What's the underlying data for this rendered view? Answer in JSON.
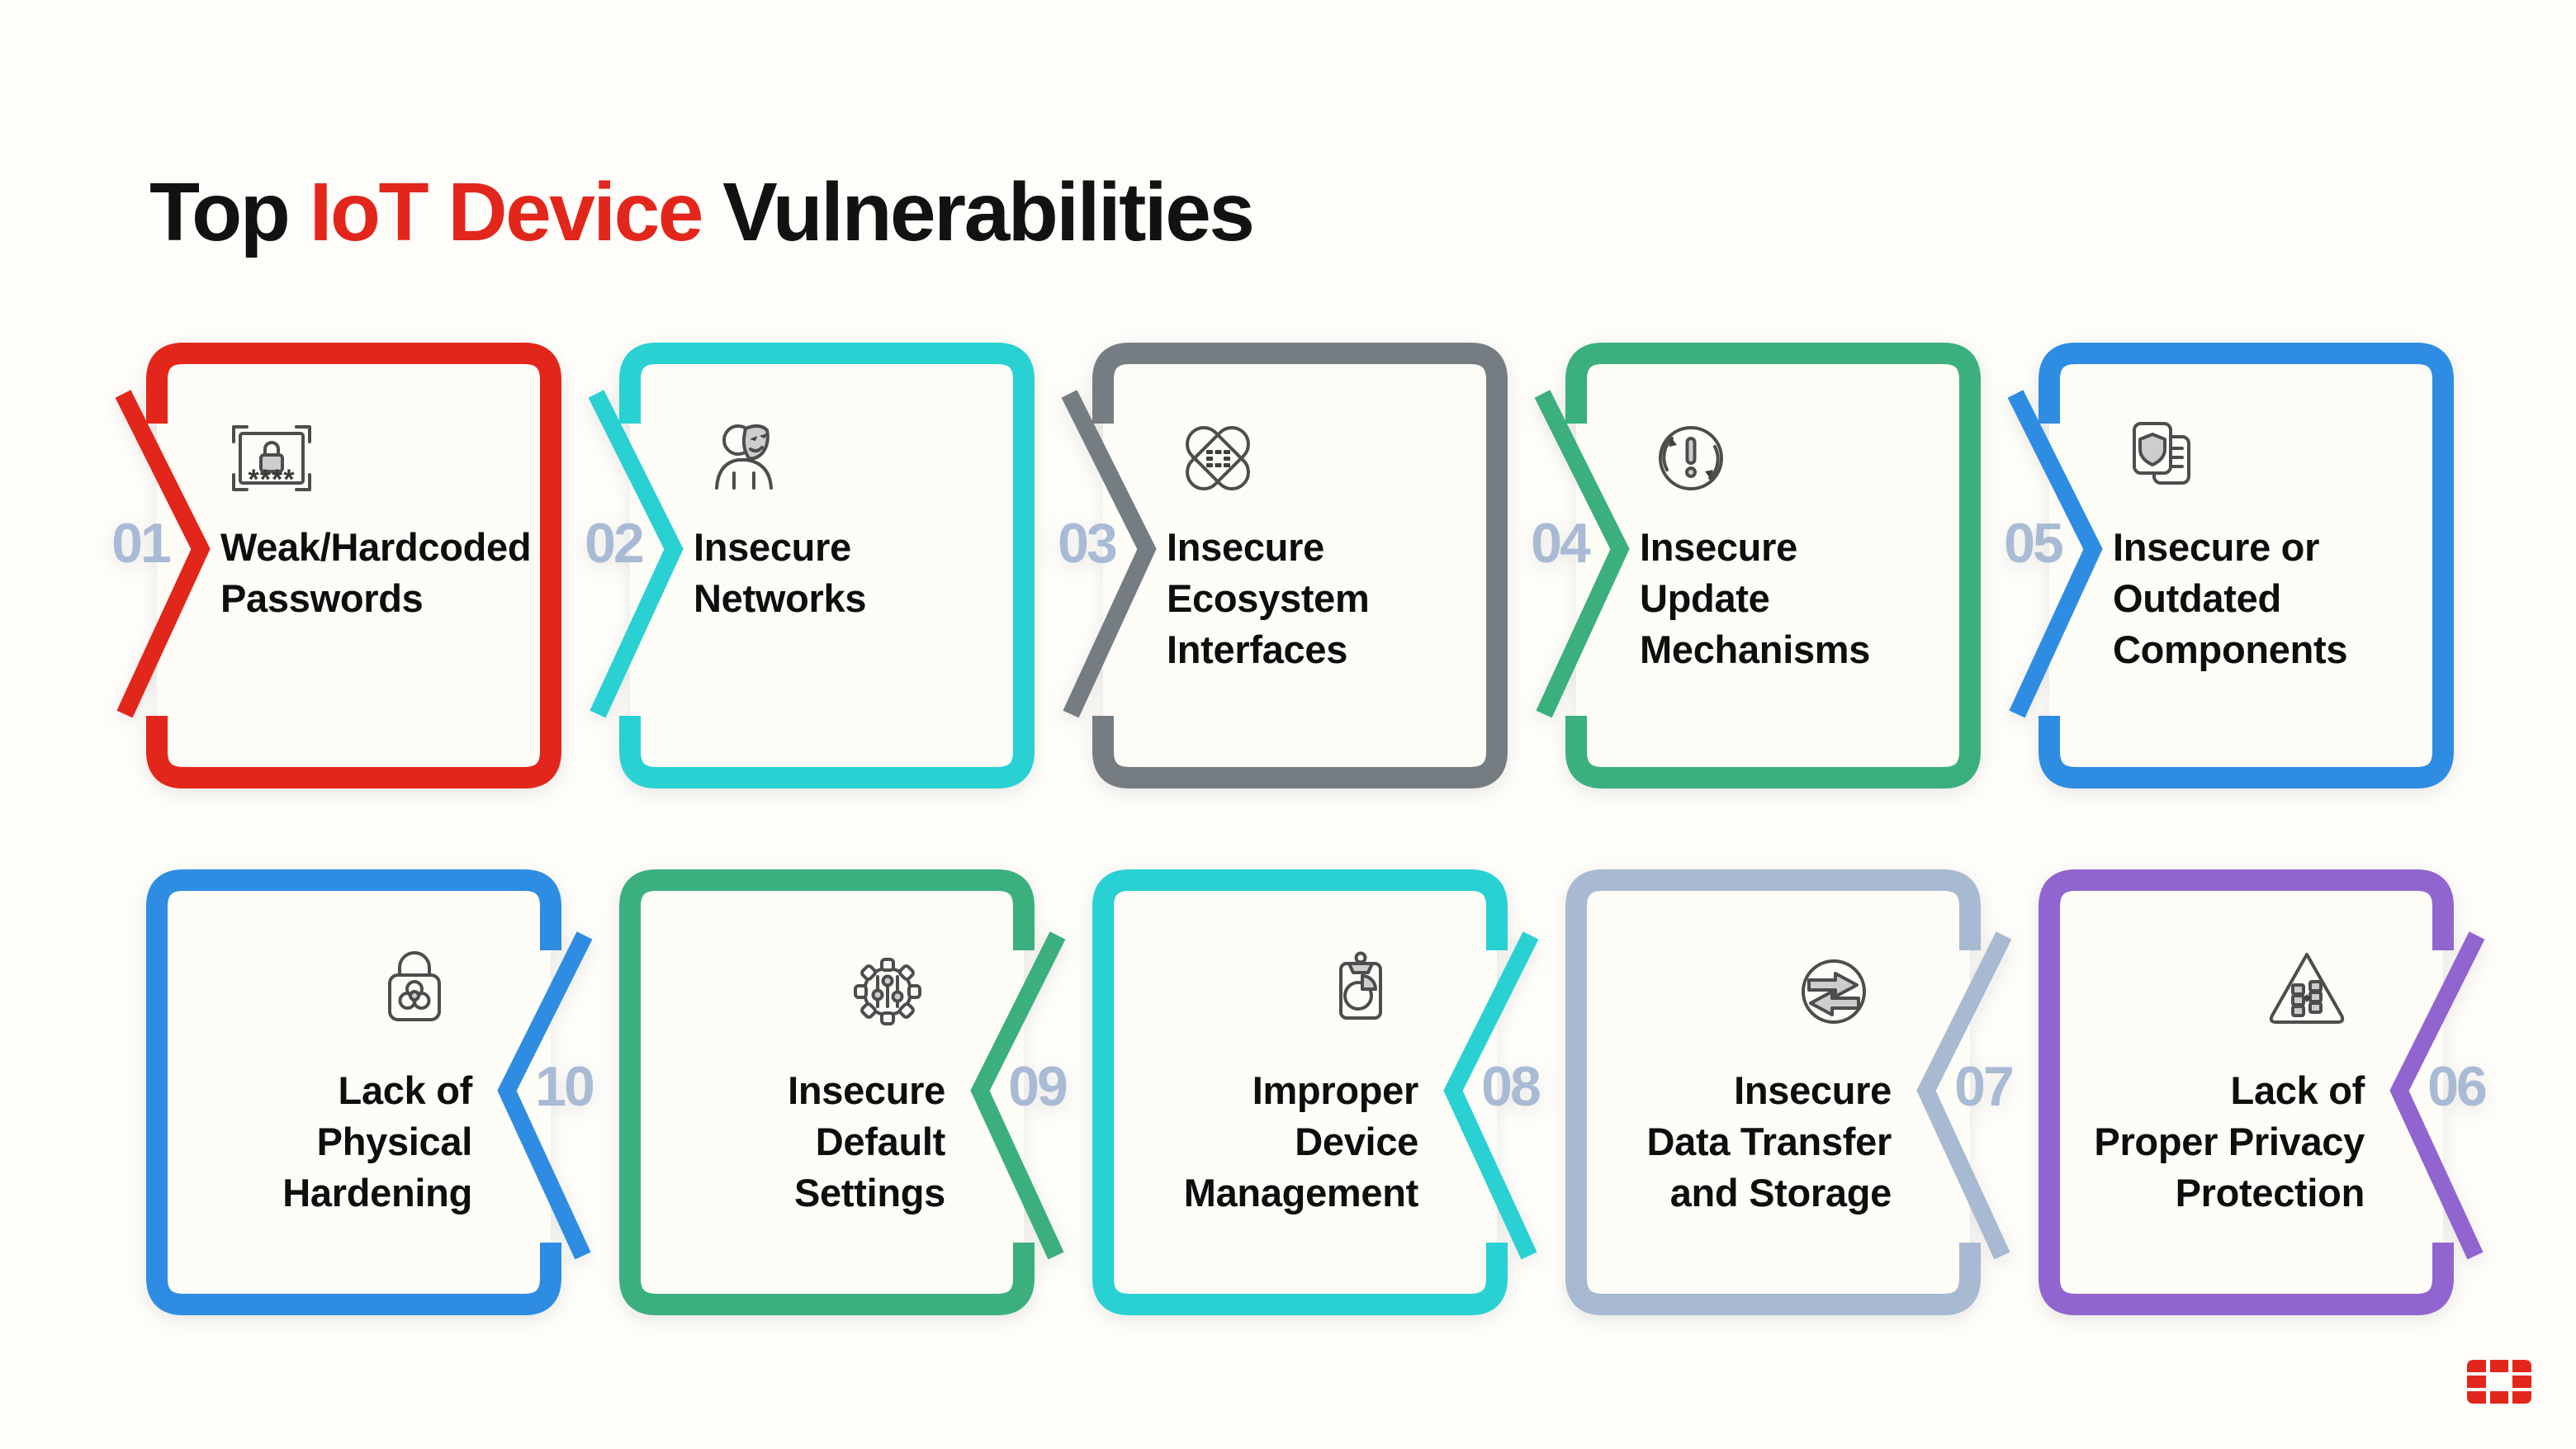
{
  "title": {
    "part1": "Top ",
    "highlight": "IoT Device",
    "part2": " Vulnerabilities"
  },
  "colors": {
    "red": "#e3261c",
    "cyan": "#29d1d3",
    "gray": "#767d82",
    "green": "#3bb07e",
    "blue": "#2e8de2",
    "purple": "#9065d0",
    "steel": "#a8bad2",
    "number": "#a9bbd4",
    "text": "#0e0e0e",
    "background": "#fefdfa"
  },
  "cards": [
    {
      "number": "01",
      "label": "Weak/Hardcoded\nPasswords",
      "color": "#e3261c",
      "icon": "password-frame-lock-icon"
    },
    {
      "number": "02",
      "label": "Insecure\nNetworks",
      "color": "#29d1d3",
      "icon": "hacker-mask-icon"
    },
    {
      "number": "03",
      "label": "Insecure\nEcosystem\nInterfaces",
      "color": "#767d82",
      "icon": "ecosystem-knot-icon"
    },
    {
      "number": "04",
      "label": "Insecure\nUpdate\nMechanisms",
      "color": "#3bb07e",
      "icon": "update-alert-icon"
    },
    {
      "number": "05",
      "label": "Insecure or\nOutdated\nComponents",
      "color": "#2e8de2",
      "icon": "outdated-components-icon"
    },
    {
      "number": "10",
      "label": "Lack of\nPhysical\nHardening",
      "color": "#2e8de2",
      "icon": "biohazard-lock-icon"
    },
    {
      "number": "09",
      "label": "Insecure\nDefault\nSettings",
      "color": "#3bb07e",
      "icon": "gear-sliders-icon"
    },
    {
      "number": "08",
      "label": "Improper\nDevice\nManagement",
      "color": "#29d1d3",
      "icon": "clipboard-pie-icon"
    },
    {
      "number": "07",
      "label": "Insecure\nData Transfer\nand Storage",
      "color": "#a8bad2",
      "icon": "data-transfer-icon"
    },
    {
      "number": "06",
      "label": "Lack of\nProper Privacy\nProtection",
      "color": "#9065d0",
      "icon": "privacy-warning-icon"
    }
  ],
  "footer": {
    "logo": "fortinet-logo",
    "logo_color": "#e3261c"
  }
}
